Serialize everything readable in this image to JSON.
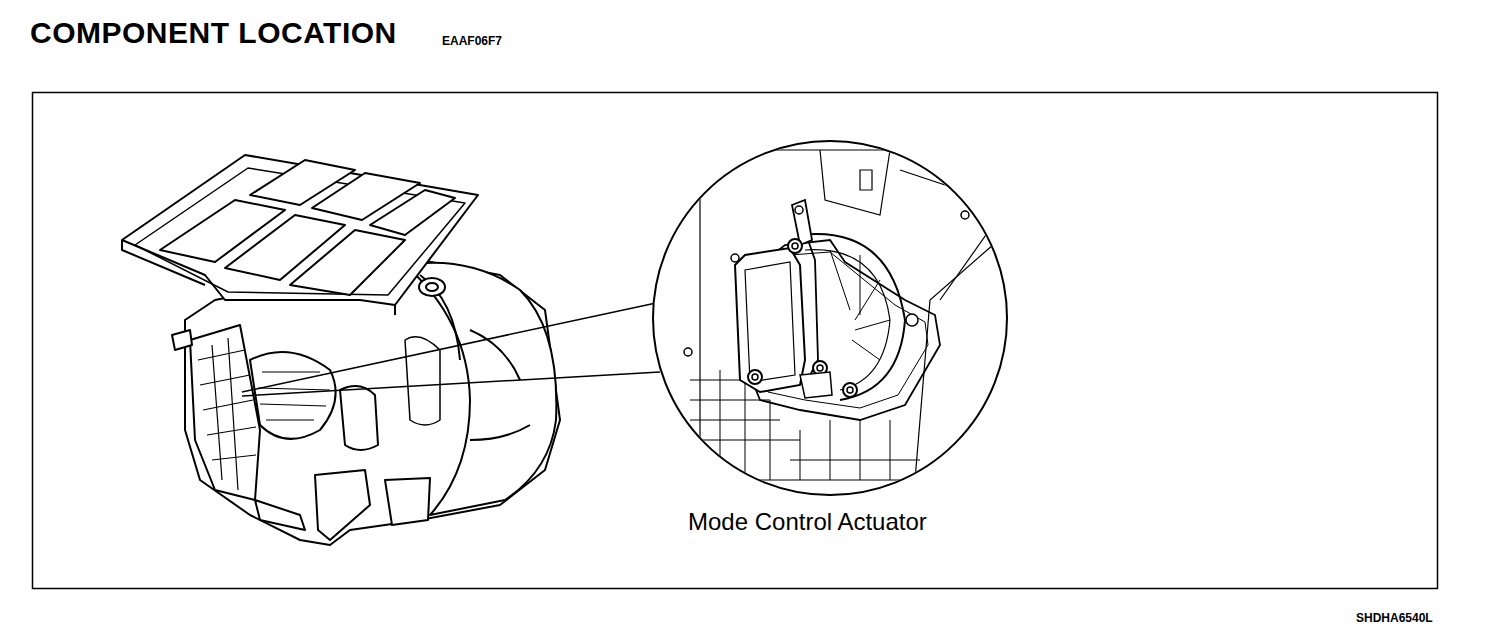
{
  "diagram": {
    "title": "COMPONENT LOCATION",
    "labels": [
      "EAAF06F7",
      "Mode Control Actuator",
      "SHDHA6540L"
    ]
  }
}
